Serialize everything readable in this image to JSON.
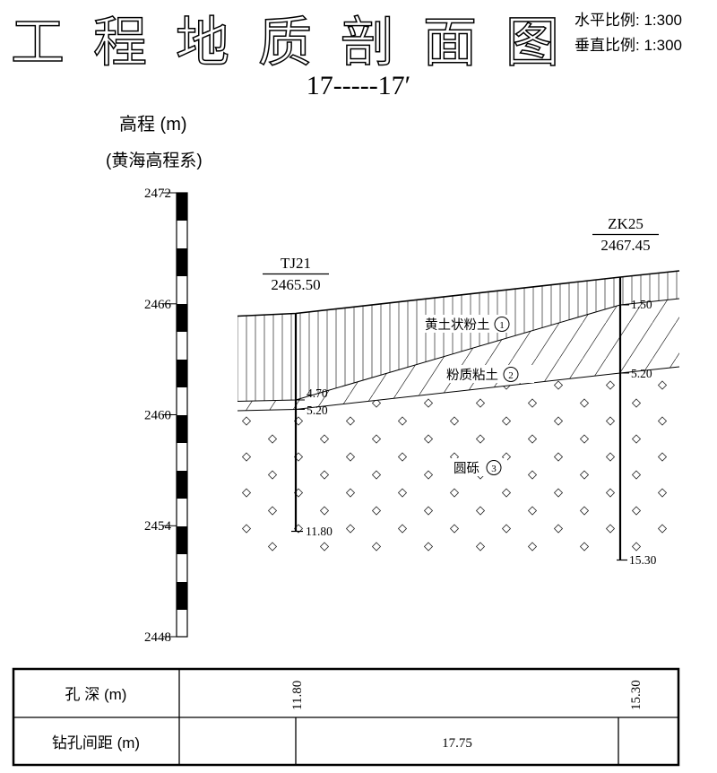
{
  "header": {
    "title": "工程地质剖面图",
    "horizontal_scale": "水平比例: 1:300",
    "vertical_scale": "垂直比例: 1:300",
    "section_label": "17-----17′"
  },
  "axis": {
    "title": "高程 (m)",
    "datum": "(黄海高程系)",
    "ticks": [
      "2472",
      "2466",
      "2460",
      "2454",
      "2448"
    ]
  },
  "boreholes": [
    {
      "id": "TJ21",
      "ground_elevation": "2465.50",
      "final_depth": "11.80",
      "layer_depths": [
        "4.70",
        "5.20"
      ]
    },
    {
      "id": "ZK25",
      "ground_elevation": "2467.45",
      "final_depth": "15.30",
      "layer_depths": [
        "1.50",
        "5.20"
      ]
    }
  ],
  "layers": [
    {
      "name": "黄土状粉土",
      "number": "1",
      "pattern": "vertical-hatch"
    },
    {
      "name": "粉质粘土",
      "number": "2",
      "pattern": "diagonal-hatch"
    },
    {
      "name": "圆砾",
      "number": "3",
      "pattern": "gravel-diamonds"
    }
  ],
  "table": {
    "row_depth_label": "孔  深 (m)",
    "row_spacing_label": "钻孔间距 (m)",
    "depth_values": [
      "11.80",
      "15.30"
    ],
    "spacing_value": "17.75"
  }
}
